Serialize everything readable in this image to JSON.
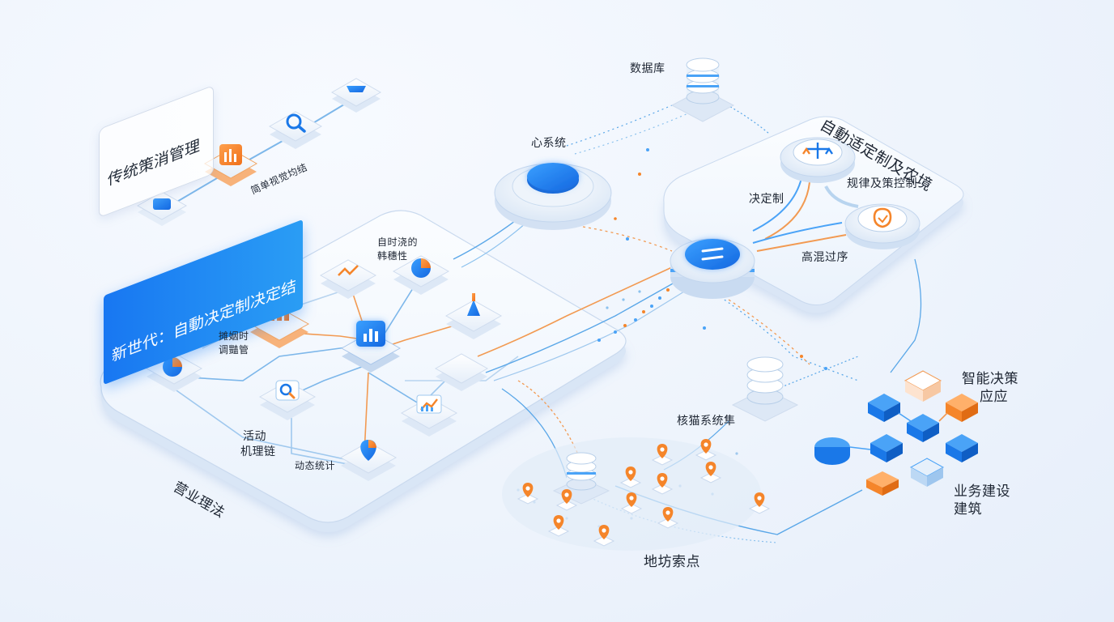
{
  "labels": {
    "traditional_title": "传统策消管理",
    "simple_visual": "简单视觉均结",
    "new_era_title": "新世代：自動决定制决定结",
    "platform_title": "营业理法",
    "self_time_line1": "自时浇的",
    "self_time_line2": "韩穗性",
    "adjust_line1": "摊姻时",
    "adjust_line2": "调豔管",
    "activity_line1": "活动",
    "activity_line2": "机理链",
    "dynamic_stats": "动态统计",
    "core_system": "心系统",
    "database": "数据库",
    "auto_env_title": "自動适定制及农境",
    "decision": "决定制",
    "rules_policy": "规律及策控制",
    "high_mix": "高混过序",
    "core_cluster": "核猫系统隼",
    "geo_points": "地坊索点",
    "smart_decision_line1": "智能决策",
    "smart_decision_line2": "应应",
    "business_line1": "业务建设",
    "business_line2": "建筑"
  },
  "colors": {
    "primary_blue": "#1877f2",
    "light_blue": "#4aa3f7",
    "orange": "#f5852a",
    "panel_white": "#ffffff",
    "panel_border": "#cfdcee",
    "line_blue": "#5aa7e8",
    "line_orange": "#f29a52"
  },
  "icons": [
    "bar-chart-icon",
    "search-icon",
    "chat-icon",
    "trend-up-icon",
    "pie-chart-icon",
    "location-pin-icon",
    "database-icon",
    "scales-icon",
    "shield-icon",
    "swap-icon"
  ]
}
